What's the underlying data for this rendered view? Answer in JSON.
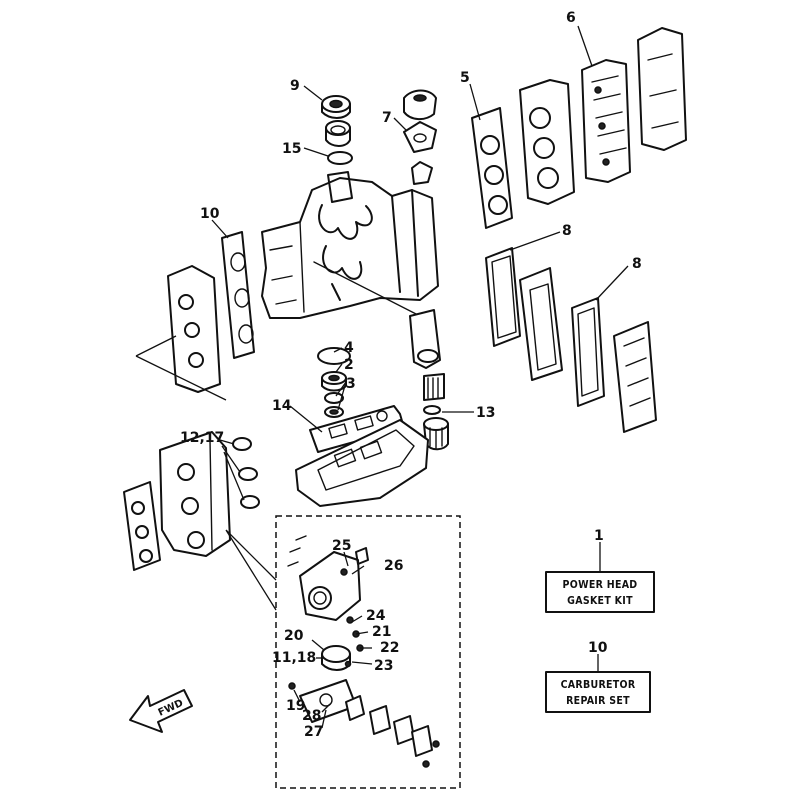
{
  "callouts": {
    "c1": "1",
    "c2": "2",
    "c3": "3",
    "c4": "4",
    "c5": "5",
    "c6": "6",
    "c7": "7",
    "c8a": "8",
    "c8b": "8",
    "c9": "9",
    "c10a": "10",
    "c10b": "10",
    "c11_18": "11,18",
    "c12_17": "12,17",
    "c13": "13",
    "c14": "14",
    "c15": "15",
    "c19": "19",
    "c20": "20",
    "c21": "21",
    "c22": "22",
    "c23": "23",
    "c24": "24",
    "c25": "25",
    "c26": "26",
    "c27": "27",
    "c28": "28"
  },
  "kits": {
    "power_head_line1": "POWER HEAD",
    "power_head_line2": "GASKET KIT",
    "carb_line1": "CARBURETOR",
    "carb_line2": "REPAIR SET"
  },
  "fwd_label": "FWD"
}
